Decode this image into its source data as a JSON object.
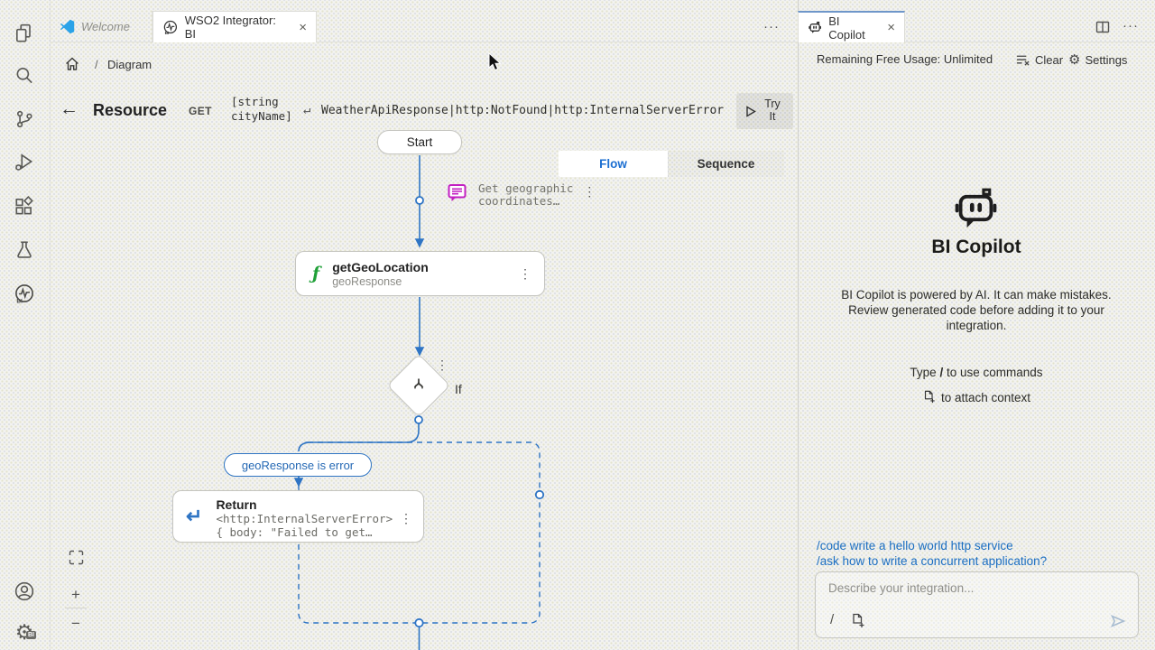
{
  "glyphs": {
    "kebab": "⋮",
    "back": "←",
    "ret": "↵",
    "fn": "ƒ",
    "plus": "+",
    "minus": "−",
    "close": "×",
    "gear": "⚙",
    "more": "···",
    "sep": "/"
  },
  "activity_bar": {
    "icons": [
      "explorer",
      "search",
      "source-control",
      "run-debug",
      "extensions",
      "testing",
      "wso2-bi",
      "account",
      "manage-gear"
    ]
  },
  "tabs": {
    "welcome": {
      "label": "Welcome"
    },
    "main": {
      "label": "WSO2 Integrator: BI"
    }
  },
  "breadcrumb": {
    "separator": "/",
    "item": "Diagram"
  },
  "resource": {
    "title": "Resource",
    "method": "GET",
    "params_line1": "[string",
    "params_line2": "cityName]",
    "returns": "WeatherApiResponse|http:NotFound|http:InternalServerError",
    "try_label": "Try It"
  },
  "view_toggle": {
    "flow": "Flow",
    "sequence": "Sequence"
  },
  "diagram": {
    "start_label": "Start",
    "comment": {
      "line1": "Get geographic",
      "line2": "coordinates…"
    },
    "function": {
      "title": "getGeoLocation",
      "variable": "geoResponse"
    },
    "if_label": "If",
    "branch_condition": "geoResponse is error",
    "return": {
      "title": "Return",
      "type_line": "<http:InternalServerError>",
      "body_line": "{ body: \"Failed to get…"
    }
  },
  "copilot": {
    "tab_label": "BI Copilot",
    "usage": "Remaining Free Usage: Unlimited",
    "clear_label": "Clear",
    "settings_label": "Settings",
    "title": "BI Copilot",
    "disclaimer": "BI Copilot is powered by AI. It can make mistakes. Review generated code before adding it to your integration.",
    "hint_command_prefix": "Type",
    "hint_command_key": "/",
    "hint_command_suffix": "to use commands",
    "hint_attach_suffix": "to attach context",
    "suggestions": [
      "/code write a hello world http service",
      "/ask how to write a concurrent application?"
    ],
    "input_placeholder": "Describe your integration...",
    "input_slash": "/"
  },
  "colors": {
    "accent_blue": "#2e74c4",
    "link_blue": "#1b6ec2",
    "function_green": "#1fa037",
    "comment_magenta": "#c21fc2",
    "tab_top_border": "#6e96c9"
  }
}
